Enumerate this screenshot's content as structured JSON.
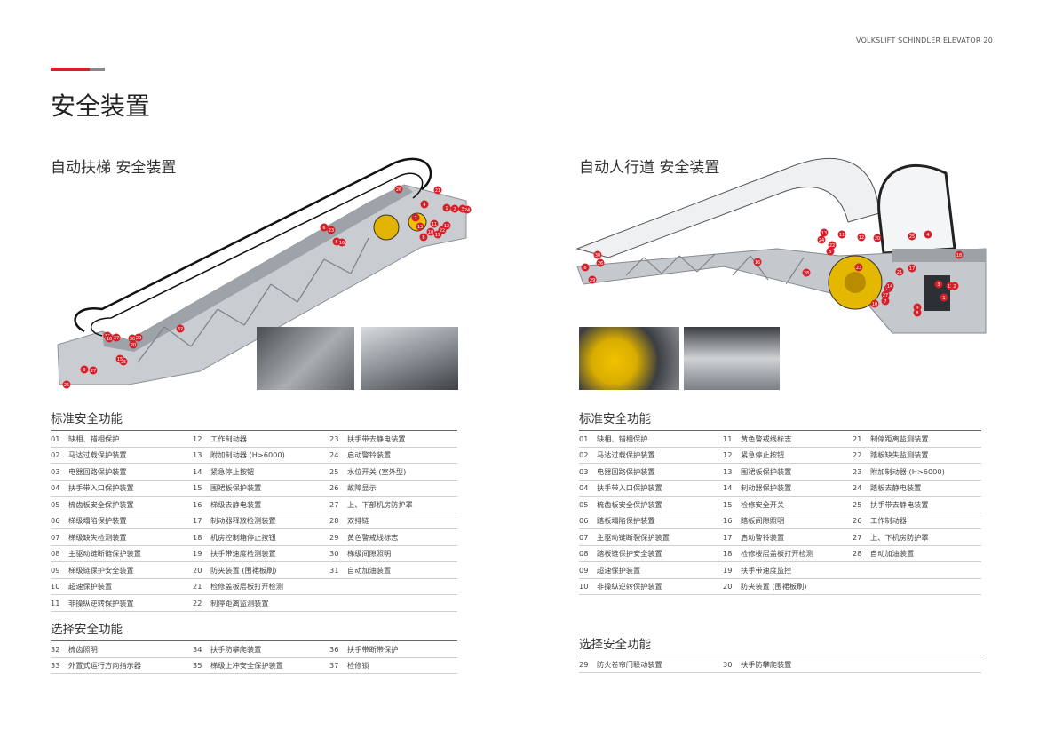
{
  "brand": "VOLKSLIFT SCHINDLER ELEVATOR 20",
  "page_title": "安全装置",
  "left": {
    "heading": "自动扶梯 安全装置",
    "standard_title": "标准安全功能",
    "standard_rows": [
      [
        [
          "01",
          "缺相、错相保护"
        ],
        [
          "12",
          "工作制动器"
        ],
        [
          "23",
          "扶手带去静电装置"
        ]
      ],
      [
        [
          "02",
          "马达过载保护装置"
        ],
        [
          "13",
          "附加制动器 (H>6000)"
        ],
        [
          "24",
          "启动警铃装置"
        ]
      ],
      [
        [
          "03",
          "电器回路保护装置"
        ],
        [
          "14",
          "紧急停止按钮"
        ],
        [
          "25",
          "水位开关 (室外型)"
        ]
      ],
      [
        [
          "04",
          "扶手带入口保护装置"
        ],
        [
          "15",
          "围裙板保护装置"
        ],
        [
          "26",
          "故障显示"
        ]
      ],
      [
        [
          "05",
          "梳齿板安全保护装置"
        ],
        [
          "16",
          "梯级去静电装置"
        ],
        [
          "27",
          "上、下部机房防护罩"
        ]
      ],
      [
        [
          "06",
          "梯级塌陷保护装置"
        ],
        [
          "17",
          "制动器释放检测装置"
        ],
        [
          "28",
          "双排链"
        ]
      ],
      [
        [
          "07",
          "梯级缺失检测装置"
        ],
        [
          "18",
          "机房控制箱停止按钮"
        ],
        [
          "29",
          "黄色警戒线标志"
        ]
      ],
      [
        [
          "08",
          "主驱动链断链保护装置"
        ],
        [
          "19",
          "扶手带速度检测装置"
        ],
        [
          "30",
          "梯级间隙照明"
        ]
      ],
      [
        [
          "09",
          "梯级链保护安全装置"
        ],
        [
          "20",
          "防夹装置 (围裙板刷)"
        ],
        [
          "31",
          "自动加油装置"
        ]
      ],
      [
        [
          "10",
          "超速保护装置"
        ],
        [
          "21",
          "检修盖板层板打开检测"
        ],
        [
          "",
          ""
        ]
      ],
      [
        [
          "11",
          "非操纵逆转保护装置"
        ],
        [
          "22",
          "制停距离监测装置"
        ],
        [
          "",
          ""
        ]
      ]
    ],
    "optional_title": "选择安全功能",
    "optional_rows": [
      [
        [
          "32",
          "梳齿照明"
        ],
        [
          "34",
          "扶手防攀爬装置"
        ],
        [
          "36",
          "扶手带断带保护"
        ]
      ],
      [
        [
          "33",
          "外置式运行方向指示器"
        ],
        [
          "35",
          "梯级上冲安全保护装置"
        ],
        [
          "37",
          "检修锁"
        ]
      ]
    ]
  },
  "right": {
    "heading": "自动人行道 安全装置",
    "standard_title": "标准安全功能",
    "standard_rows": [
      [
        [
          "01",
          "缺相、错相保护"
        ],
        [
          "11",
          "黄色警戒线标志"
        ],
        [
          "21",
          "制停距离监测装置"
        ]
      ],
      [
        [
          "02",
          "马达过载保护装置"
        ],
        [
          "12",
          "紧急停止按钮"
        ],
        [
          "22",
          "踏板缺失监测装置"
        ]
      ],
      [
        [
          "03",
          "电器回路保护装置"
        ],
        [
          "13",
          "围裙板保护装置"
        ],
        [
          "23",
          "附加制动器 (H>6000)"
        ]
      ],
      [
        [
          "04",
          "扶手带入口保护装置"
        ],
        [
          "14",
          "制动器保护装置"
        ],
        [
          "24",
          "踏板去静电装置"
        ]
      ],
      [
        [
          "05",
          "梳齿板安全保护装置"
        ],
        [
          "15",
          "检修安全开关"
        ],
        [
          "25",
          "扶手带去静电装置"
        ]
      ],
      [
        [
          "06",
          "踏板塌陷保护装置"
        ],
        [
          "16",
          "踏板间隙照明"
        ],
        [
          "26",
          "工作制动器"
        ]
      ],
      [
        [
          "07",
          "主驱动链断裂保护装置"
        ],
        [
          "17",
          "启动警铃装置"
        ],
        [
          "27",
          "上、下机房防护罩"
        ]
      ],
      [
        [
          "08",
          "踏板链保护安全装置"
        ],
        [
          "18",
          "检修楼层盖板打开检测"
        ],
        [
          "28",
          "自动加油装置"
        ]
      ],
      [
        [
          "09",
          "超速保护装置"
        ],
        [
          "19",
          "扶手带速度监控"
        ],
        [
          "",
          ""
        ]
      ],
      [
        [
          "10",
          "非操纵逆转保护装置"
        ],
        [
          "20",
          "防夹装置 (围裙板刷)"
        ],
        [
          "",
          ""
        ]
      ]
    ],
    "optional_title": "选择安全功能",
    "optional_rows": [
      [
        [
          "29",
          "防火卷帘门联动装置"
        ],
        [
          "30",
          "扶手防攀爬装置"
        ],
        [
          "",
          ""
        ]
      ]
    ]
  },
  "colors": {
    "accent": "#d62029",
    "rule": "#666666",
    "frame": "#c8cbce"
  },
  "callouts_escalator": [
    "26",
    "21",
    "4",
    "1",
    "2",
    "3",
    "24",
    "13",
    "7",
    "11",
    "8",
    "22",
    "12",
    "10",
    "19",
    "5",
    "16",
    "6",
    "23",
    "32",
    "33",
    "37",
    "30",
    "29",
    "20",
    "18",
    "35",
    "15",
    "9",
    "27",
    "25"
  ],
  "callouts_walkway": [
    "13",
    "24",
    "22",
    "11",
    "12",
    "20",
    "25",
    "4",
    "18",
    "21",
    "17",
    "3",
    "15",
    "2",
    "1",
    "26",
    "10",
    "7",
    "19",
    "23",
    "29",
    "16",
    "28",
    "14",
    "9",
    "6",
    "27",
    "5",
    "8",
    "30"
  ]
}
